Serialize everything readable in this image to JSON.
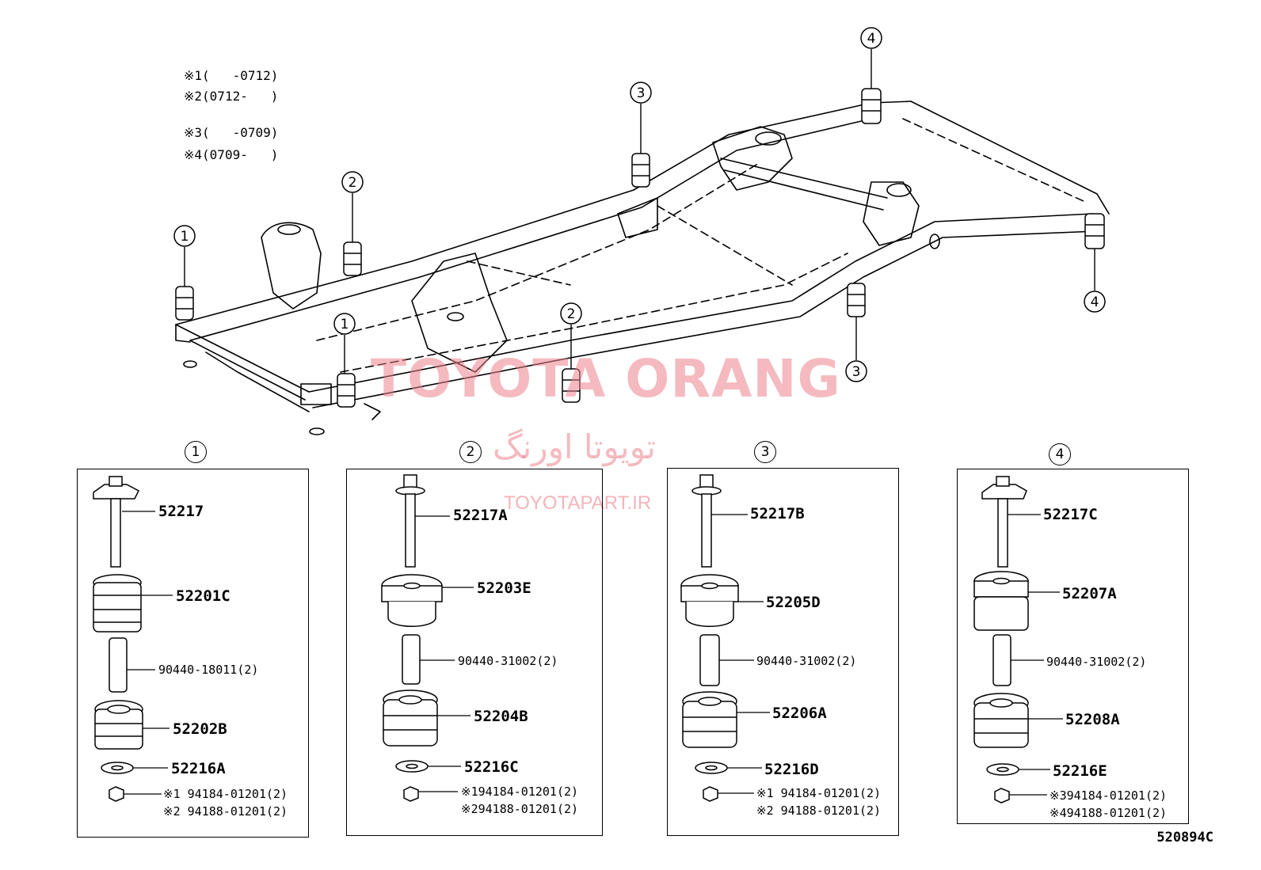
{
  "legend": [
    "※1(   -0712)",
    "※2(0712-   )",
    "※3(   -0709)",
    "※4(0709-   )"
  ],
  "frame_callouts": [
    "1",
    "2",
    "3",
    "4",
    "1",
    "2",
    "3",
    "4"
  ],
  "watermark": {
    "main": "TOYOTA ORANG",
    "farsi": "تویوتا اورنگ",
    "url": "TOYOTAPART.IR"
  },
  "panels": [
    {
      "number": "1",
      "parts": [
        "52217",
        "52201C",
        "90440-18011(2)",
        "52202B",
        "52216A",
        "※1 94184-01201(2)",
        "※2 94188-01201(2)"
      ]
    },
    {
      "number": "2",
      "parts": [
        "52217A",
        "52203E",
        "90440-31002(2)",
        "52204B",
        "52216C",
        "※194184-01201(2)",
        "※294188-01201(2)"
      ]
    },
    {
      "number": "3",
      "parts": [
        "52217B",
        "52205D",
        "90440-31002(2)",
        "52206A",
        "52216D",
        "※1 94184-01201(2)",
        "※2 94188-01201(2)"
      ]
    },
    {
      "number": "4",
      "parts": [
        "52217C",
        "52207A",
        "90440-31002(2)",
        "52208A",
        "52216E",
        "※394184-01201(2)",
        "※494188-01201(2)"
      ]
    }
  ],
  "diagram_code": "520894C"
}
